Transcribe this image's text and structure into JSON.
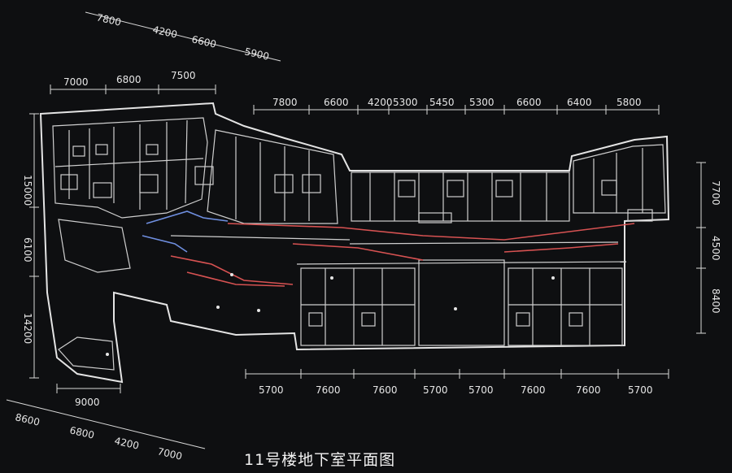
{
  "caption": "11号楼地下室平面图",
  "colors": {
    "background": "#0e0f11",
    "lines": "#e4e4e4",
    "corridor_red": "#d75252",
    "corridor_blue": "#6f8fe0"
  },
  "dimensions": {
    "top_diagonal": [
      "7800",
      "4200",
      "6600",
      "5900"
    ],
    "upper_left": [
      "7000",
      "6800",
      "7500"
    ],
    "top_main": [
      "7800",
      "6600",
      "4200",
      "5300",
      "5450",
      "5300",
      "6600",
      "6400",
      "5800"
    ],
    "left_vertical": [
      "15000",
      "6100",
      "14200"
    ],
    "right_vertical": [
      "7700",
      "4500",
      "8400"
    ],
    "bottom_main": [
      "5700",
      "7600",
      "7600",
      "5700",
      "5700",
      "7600",
      "7600",
      "5700"
    ],
    "bottom_left": [
      "9000"
    ],
    "bottom_diagonal": [
      "8600",
      "6800",
      "4200",
      "7000"
    ]
  }
}
